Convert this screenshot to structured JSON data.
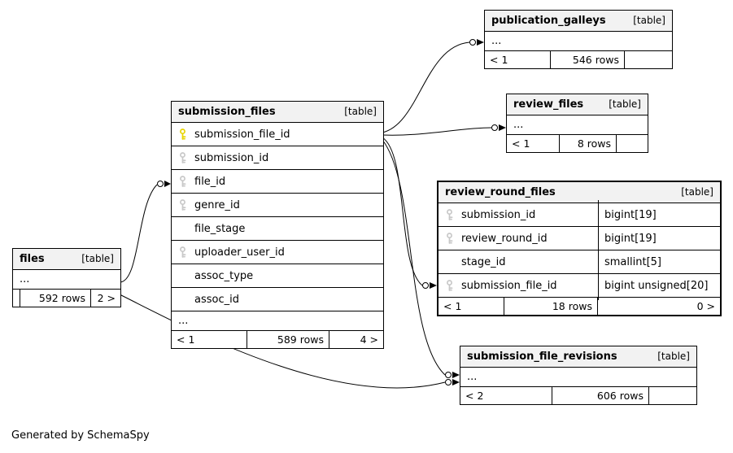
{
  "note": "Generated by SchemaSpy",
  "colors": {
    "header_bg": "#f2f2f2",
    "border": "#000000",
    "primary_key": "#e8d400",
    "foreign_key": "#c8c8c8"
  },
  "tables": {
    "publication_galleys": {
      "title": "publication_galleys",
      "tag": "[table]",
      "ellipsis": "...",
      "footer": {
        "left": "< 1",
        "rows": "546 rows",
        "right": ""
      }
    },
    "review_files": {
      "title": "review_files",
      "tag": "[table]",
      "ellipsis": "...",
      "footer": {
        "left": "< 1",
        "rows": "8 rows",
        "right": ""
      }
    },
    "submission_files": {
      "title": "submission_files",
      "tag": "[table]",
      "ellipsis": "...",
      "columns": [
        {
          "name": "submission_file_id",
          "key": "primary"
        },
        {
          "name": "submission_id",
          "key": "foreign"
        },
        {
          "name": "file_id",
          "key": "foreign"
        },
        {
          "name": "genre_id",
          "key": "foreign"
        },
        {
          "name": "file_stage",
          "key": "none"
        },
        {
          "name": "uploader_user_id",
          "key": "foreign"
        },
        {
          "name": "assoc_type",
          "key": "none"
        },
        {
          "name": "assoc_id",
          "key": "none"
        }
      ],
      "footer": {
        "left": "< 1",
        "rows": "589 rows",
        "right": "4 >"
      }
    },
    "files": {
      "title": "files",
      "tag": "[table]",
      "ellipsis": "...",
      "footer": {
        "left": "",
        "rows": "592 rows",
        "right": "2 >"
      }
    },
    "review_round_files": {
      "title": "review_round_files",
      "tag": "[table]",
      "columns": [
        {
          "name": "submission_id",
          "key": "foreign",
          "type": "bigint[19]"
        },
        {
          "name": "review_round_id",
          "key": "foreign",
          "type": "bigint[19]"
        },
        {
          "name": "stage_id",
          "key": "none",
          "type": "smallint[5]"
        },
        {
          "name": "submission_file_id",
          "key": "foreign",
          "type": "bigint unsigned[20]"
        }
      ],
      "footer": {
        "left": "< 1",
        "rows": "18 rows",
        "right": "0 >"
      }
    },
    "submission_file_revisions": {
      "title": "submission_file_revisions",
      "tag": "[table]",
      "ellipsis": "...",
      "footer": {
        "left": "< 2",
        "rows": "606 rows",
        "right": ""
      }
    }
  },
  "connections": [
    {
      "from": "submission_files",
      "to": "publication_galleys"
    },
    {
      "from": "submission_files",
      "to": "review_files"
    },
    {
      "from": "submission_files",
      "to": "review_round_files"
    },
    {
      "from": "submission_files",
      "to": "submission_file_revisions"
    },
    {
      "from": "files",
      "to": "submission_files"
    },
    {
      "from": "files",
      "to": "submission_file_revisions"
    }
  ]
}
